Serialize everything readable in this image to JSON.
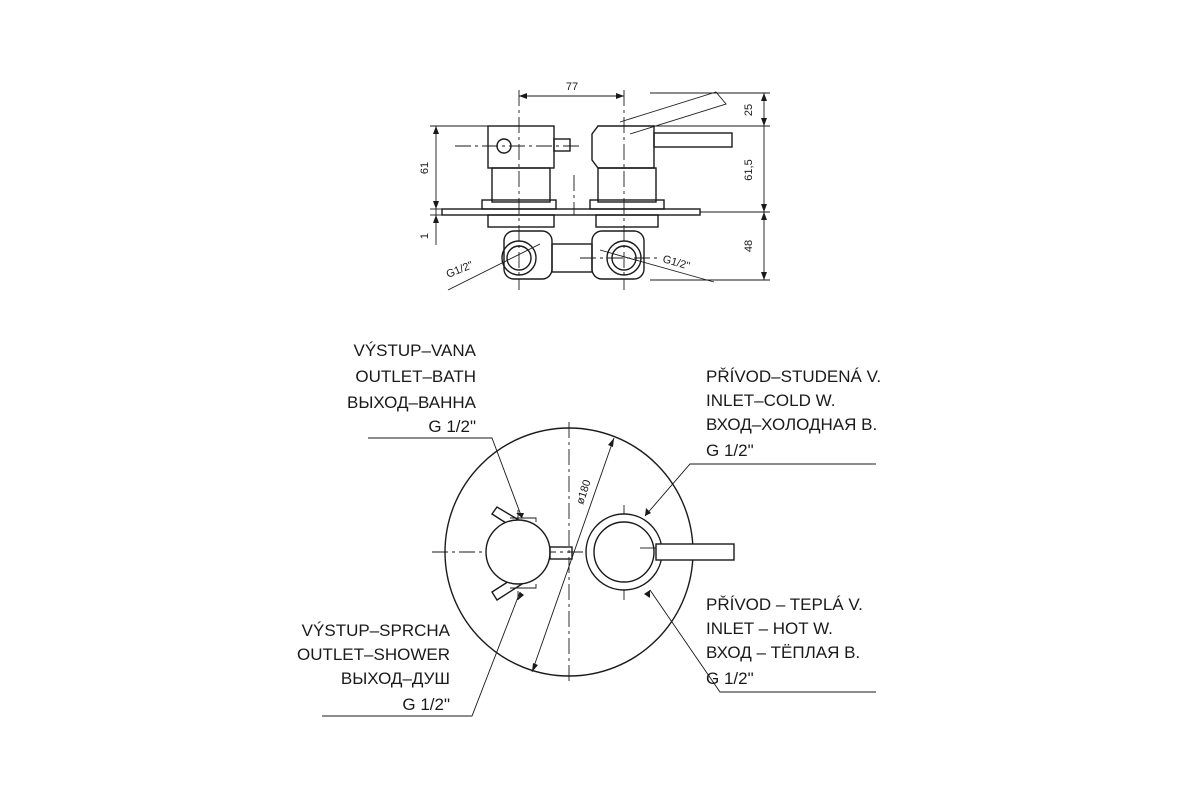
{
  "dimensions": {
    "d77": "77",
    "d25": "25",
    "d61": "61",
    "d615": "61,5",
    "d1": "1",
    "d48": "48",
    "thread_left": "G1/2\"",
    "thread_right": "G1/2\"",
    "diameter": "ø180"
  },
  "labels": {
    "outlet_bath": [
      "VÝSTUP–VANA",
      "OUTLET–BATH",
      "ВЫХОД–ВАННА",
      "G 1/2\""
    ],
    "inlet_cold": [
      "PŘÍVOD–STUDENÁ V.",
      "INLET–COLD W.",
      "ВХОД–ХОЛОДНАЯ В.",
      "G 1/2\""
    ],
    "outlet_shower": [
      "VÝSTUP–SPRCHA",
      "OUTLET–SHOWER",
      "ВЫХОД–ДУШ",
      "G 1/2\""
    ],
    "inlet_hot": [
      "PŘÍVOD – TEPLÁ V.",
      "INLET – HOT W.",
      "ВХОД – ТЁПЛАЯ В.",
      "G 1/2\""
    ]
  }
}
